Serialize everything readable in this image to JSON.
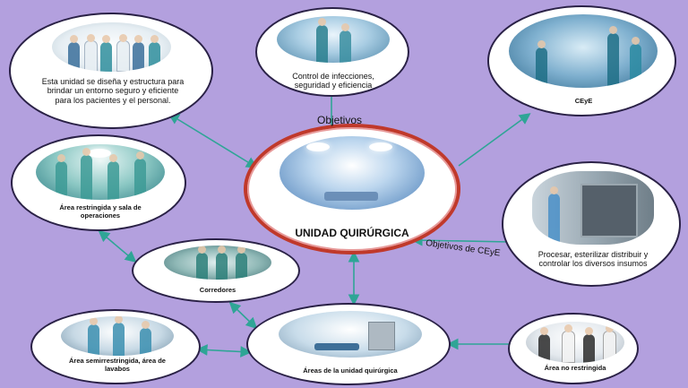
{
  "diagram": {
    "center": {
      "label": "UNIDAD QUIRÚRGICA"
    },
    "nodes": [
      {
        "id": "desc",
        "label": "Esta unidad se diseña y estructura para brindar un entorno seguro y eficiente para los pacientes y el personal."
      },
      {
        "id": "control",
        "label": "Control de infecciones, seguridad y eficiencia"
      },
      {
        "id": "ceye",
        "label": "CEyE"
      },
      {
        "id": "restringida",
        "label": "Área restringida y sala de operaciones"
      },
      {
        "id": "procesar",
        "label": "Procesar, esterilizar distribuir y controlar los diversos insumos"
      },
      {
        "id": "corredores",
        "label": "Corredores"
      },
      {
        "id": "semirrestringida",
        "label": "Área semirrestringida, área de lavabos"
      },
      {
        "id": "areas",
        "label": "Áreas de la unidad quirúrgica"
      },
      {
        "id": "norestringida",
        "label": "Área no restringida"
      }
    ],
    "edge_labels": {
      "objetivos": "Objetivos",
      "objetivos_ceye": "Objetivos de CEyE"
    },
    "colors": {
      "background": "#b3a0de",
      "arrow": "#2fa596",
      "center_border": "#c0392b"
    }
  }
}
